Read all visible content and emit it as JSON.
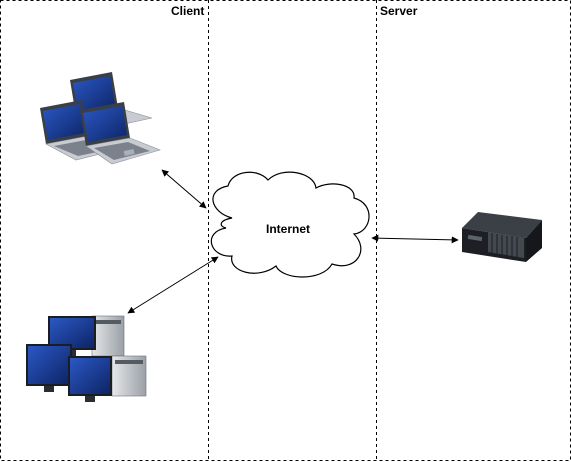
{
  "zones": {
    "client_label": "Client",
    "server_label": "Server"
  },
  "cloud": {
    "label": "Internet"
  },
  "nodes": [
    {
      "name": "laptops",
      "icon": "laptop-group-icon"
    },
    {
      "name": "desktops",
      "icon": "desktop-group-icon"
    },
    {
      "name": "server",
      "icon": "rack-server-icon"
    }
  ],
  "edges": [
    {
      "from": "laptops",
      "to": "Internet",
      "style": "bidirectional"
    },
    {
      "from": "desktops",
      "to": "Internet",
      "style": "bidirectional"
    },
    {
      "from": "Internet",
      "to": "server",
      "style": "bidirectional"
    }
  ],
  "colors": {
    "border": "#000000",
    "screen": "#1c3f8f",
    "laptop_body": "#c8ccd2",
    "server_body": "#1d1f24"
  }
}
